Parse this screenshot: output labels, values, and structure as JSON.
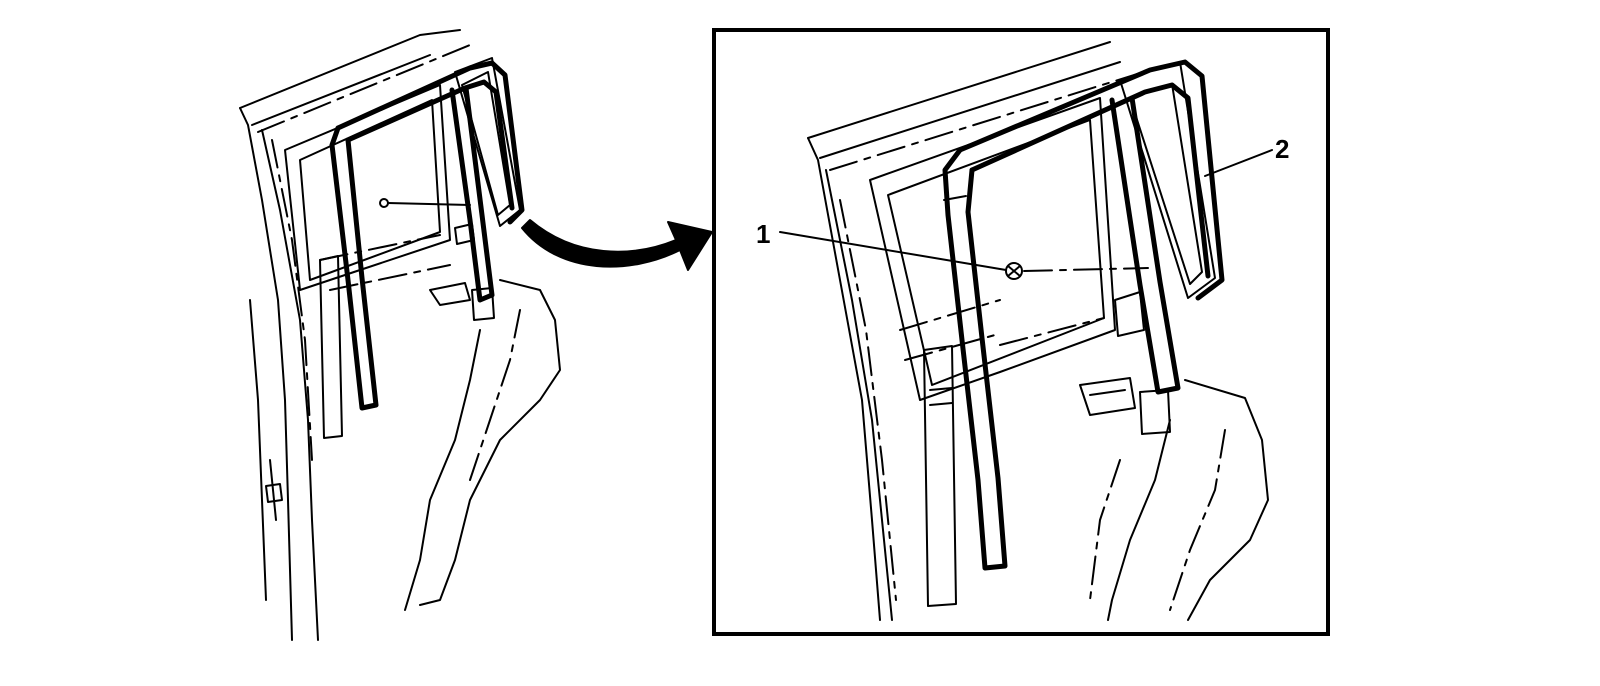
{
  "diagram": {
    "callouts": [
      {
        "id": "1",
        "text": "1"
      },
      {
        "id": "2",
        "text": "2"
      }
    ]
  }
}
